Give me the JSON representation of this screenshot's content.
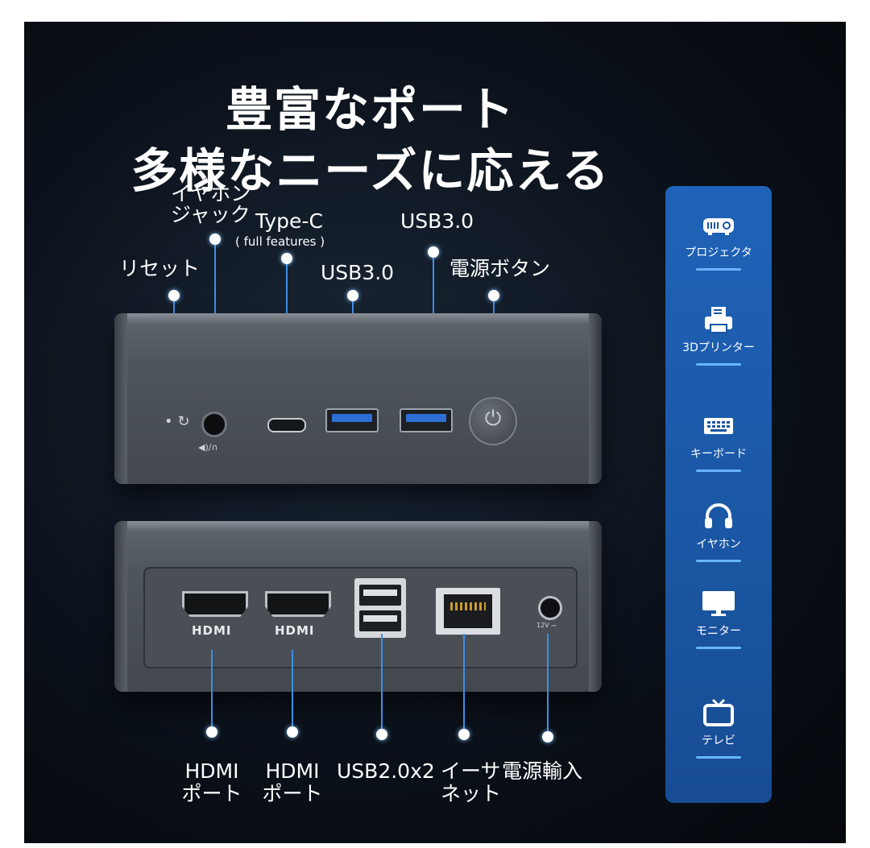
{
  "headline": {
    "line1": "豊富なポート",
    "line2": "多様なニーズに応える"
  },
  "front_labels": {
    "reset": "リセット",
    "earphone_line1": "イヤホン",
    "earphone_line2": "ジャック",
    "typec": "Type-C",
    "typec_sub": "( full features )",
    "usb_left": "USB3.0",
    "usb_right": "USB3.0",
    "power_button": "電源ボタン"
  },
  "front_marks": {
    "audio_symbol": "◀)/∩"
  },
  "rear_marks": {
    "hdmi1": "HDMI",
    "hdmi2": "HDMI",
    "dc_spec": "12V ⎓"
  },
  "rear_labels": {
    "hdmi1_line1": "HDMI",
    "hdmi1_line2": "ポート",
    "hdmi2_line1": "HDMI",
    "hdmi2_line2": "ポート",
    "usb2": "USB2.0x2",
    "ethernet_line1": "イーサ",
    "ethernet_line2": "ネット",
    "power_in": "電源輸入"
  },
  "sidebar": {
    "items": [
      {
        "icon": "projector-icon",
        "label": "プロジェクタ"
      },
      {
        "icon": "printer-icon",
        "label": "3Dプリンター"
      },
      {
        "icon": "keyboard-icon",
        "label": "キーボード"
      },
      {
        "icon": "headphones-icon",
        "label": "イヤホン"
      },
      {
        "icon": "monitor-icon",
        "label": "モニター"
      },
      {
        "icon": "tv-icon",
        "label": "テレビ"
      }
    ]
  },
  "colors": {
    "background": "#0b111a",
    "accent_line": "#3b8fe6",
    "sidebar": "#1a56a3",
    "usb3_blue": "#2e6fd6"
  }
}
